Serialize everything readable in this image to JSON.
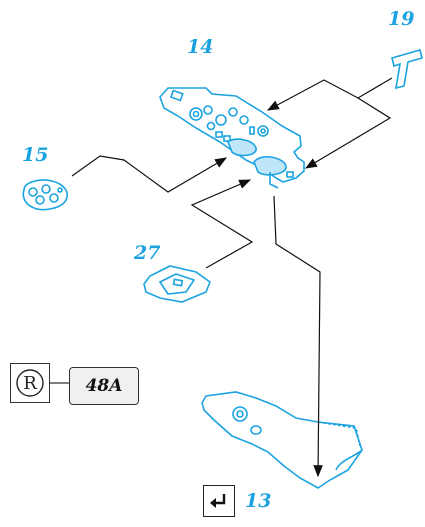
{
  "callouts": {
    "part_14": "14",
    "part_15": "15",
    "part_19": "19",
    "part_27": "27",
    "step": "13"
  },
  "reference": {
    "symbol": "R",
    "label": "48A"
  },
  "colors": {
    "part_stroke": "#1aa3e0",
    "part_highlight": "#bfe6f8",
    "leader_line": "#111111"
  },
  "icons": {
    "reference": "registered-r-icon",
    "step": "return-arrow-icon"
  }
}
